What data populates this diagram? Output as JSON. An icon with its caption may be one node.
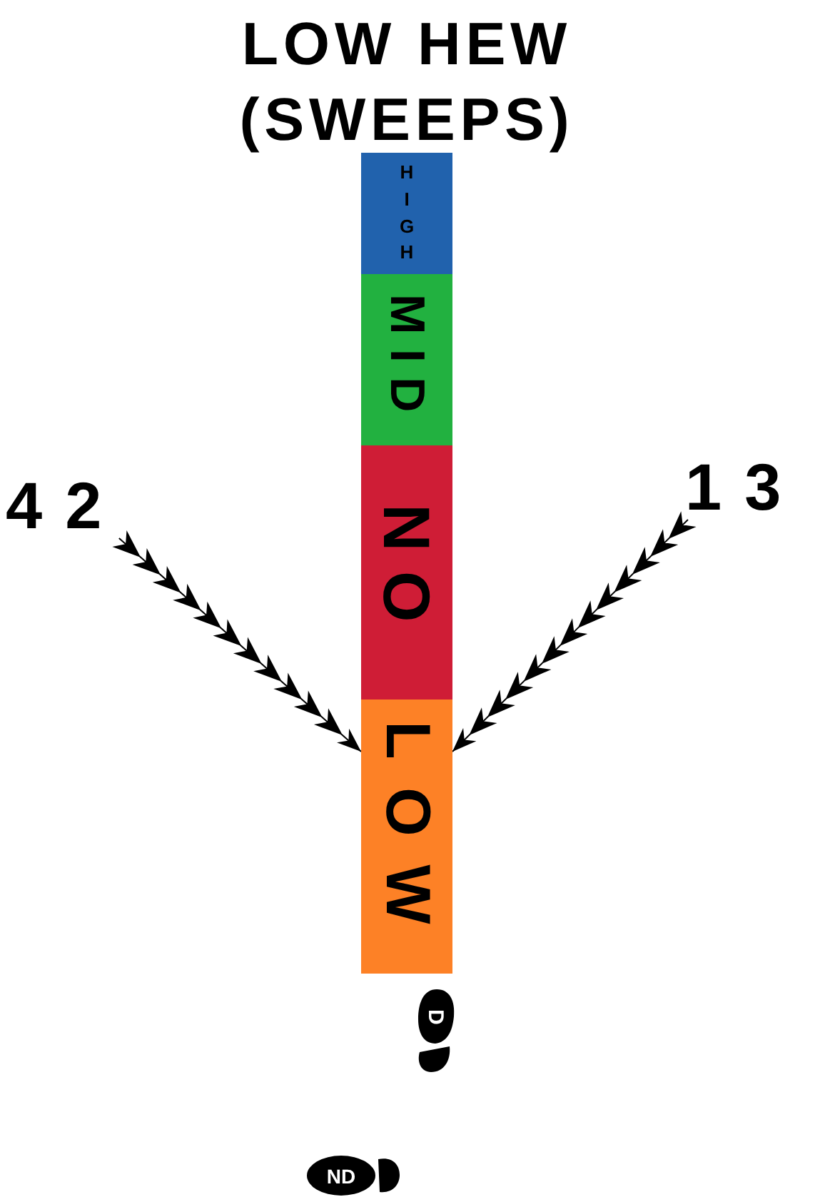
{
  "diagram": {
    "title": "LOW HEW (SWEEPS)",
    "nodes": [
      {
        "text": [
          "HIGH"
        ]
      },
      {
        "text": [
          "MID"
        ]
      },
      {
        "text": [
          "NO"
        ]
      },
      {
        "text": [
          "LOW"
        ]
      },
      {
        "text": [
          "42"
        ]
      },
      {
        "text": [
          "13"
        ]
      },
      {
        "text": [
          "D"
        ]
      },
      {
        "text": [
          "ND"
        ]
      }
    ],
    "edges": [
      {
        "from": 4,
        "to": 3,
        "arrow": "to"
      },
      {
        "from": 5,
        "to": 3,
        "arrow": "to"
      }
    ]
  }
}
